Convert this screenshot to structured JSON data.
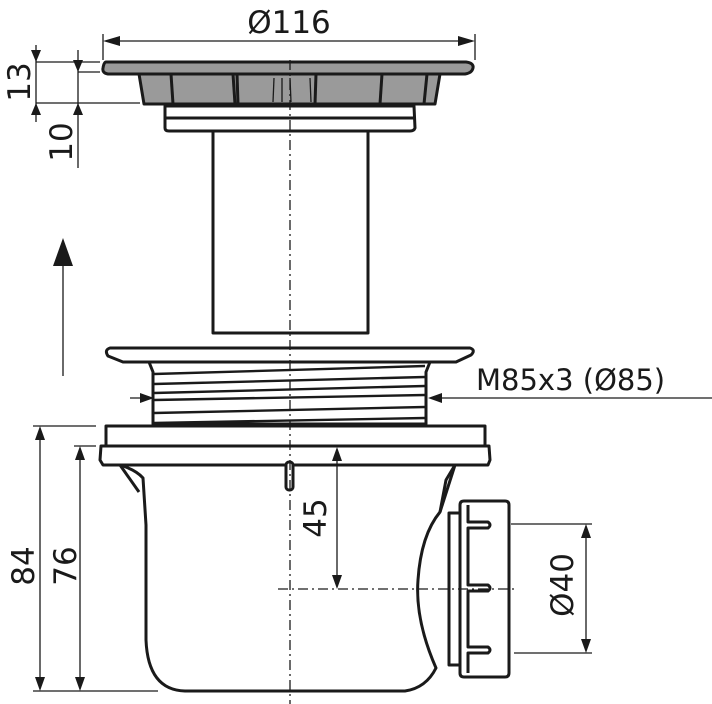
{
  "diagram": {
    "subject": "shower tray drain (siphon) technical drawing",
    "colors": {
      "line": "#1a1a1a",
      "grate_fill": "#9a9a9a",
      "background": "#ffffff"
    },
    "dimensions": {
      "grate_diameter": "Ø116",
      "grate_height": "13",
      "flange_height": "10",
      "thread": "M85x3 (Ø85)",
      "total_height": "84",
      "body_height": "76",
      "outlet_axis_depth": "45",
      "outlet_diameter": "Ø40"
    },
    "symbols": {
      "assembly_arrow": "arrow-up-icon"
    }
  }
}
